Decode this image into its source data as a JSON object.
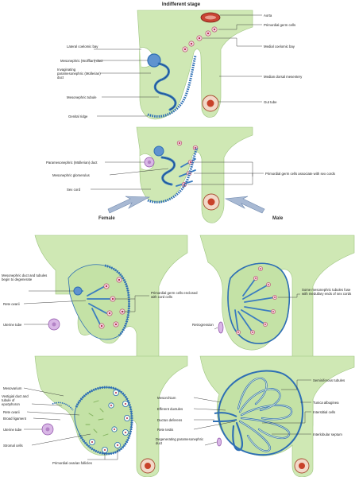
{
  "diagram": {
    "title": "Indifferent stage",
    "stage1_labels": {
      "aorta": "Aorta",
      "primordial_germ_cells": "Primordial germ cells",
      "lateral_coelomic_bay": "Lateral coelomic bay",
      "mesonephric_duct": "Mesonephric (Wolffian) duct",
      "medial_coelomic_bay": "Medial coelomic bay",
      "invaginating_duct": "Invaginating paramesonephric (Müllerian) duct",
      "median_dorsal_mesentery": "Median dorsal mesentery",
      "mesonephric_tubule": "Mesonephric tubule",
      "gut_tube": "Gut tube",
      "genital_ridge": "Genital ridge"
    },
    "stage2_labels": {
      "paramesonephric_duct": "Paramesonephric (Müllerian) duct",
      "mesonephric_glomerulus": "Mesonephric glomerulus",
      "germ_cells_associate": "Primordial germ cells associate with sex cords",
      "sex_cord": "Sex cord"
    },
    "branch_labels": {
      "female": "Female",
      "male": "Male"
    },
    "female_early_labels": {
      "degenerate": "Mesonephric duct and tubules begin to degenerate",
      "germ_cells_enclosed": "Primordial germ cells enclosed with cord cells",
      "rete_ovarii": "Rete ovarii",
      "uterine_tube": "Uterine tube"
    },
    "male_early_labels": {
      "tubules_fuse": "Some mesonephric tubules fuse with medullary ends of sex cords",
      "retrogression": "Retrogression"
    },
    "female_late_labels": {
      "mesovarium": "Mesovarium",
      "vestigial": "Vestigial duct and tubule of epoöphoron",
      "rete_ovarii": "Rete ovarii",
      "broad_ligament": "Broad ligament",
      "uterine_tube": "Uterine tube",
      "stromal_cells": "Stromal cells",
      "primordial_follicles": "Primordial ovarian follicles"
    },
    "male_late_labels": {
      "seminiferous_tubules": "Seminiferous tubules",
      "mesorchium": "Mesorchium",
      "efferent_ductules": "Efferent ductules",
      "tunica_albuginea": "Tunica albuginea",
      "ductus_deferens": "Ductus deferens",
      "interstitial_cells": "Interstitial cells",
      "rete_testis": "Rete testis",
      "interlobular_septum": "Interlobular septum",
      "degenerating_duct": "Degenerating paramesonephric duct"
    },
    "colors": {
      "tissue": "#cfe8b4",
      "epithelium": "#2e6fb4",
      "germ_cell": "#b4264c",
      "gut": "#c8412a",
      "paramesonephric": "#8d4fa8"
    }
  }
}
